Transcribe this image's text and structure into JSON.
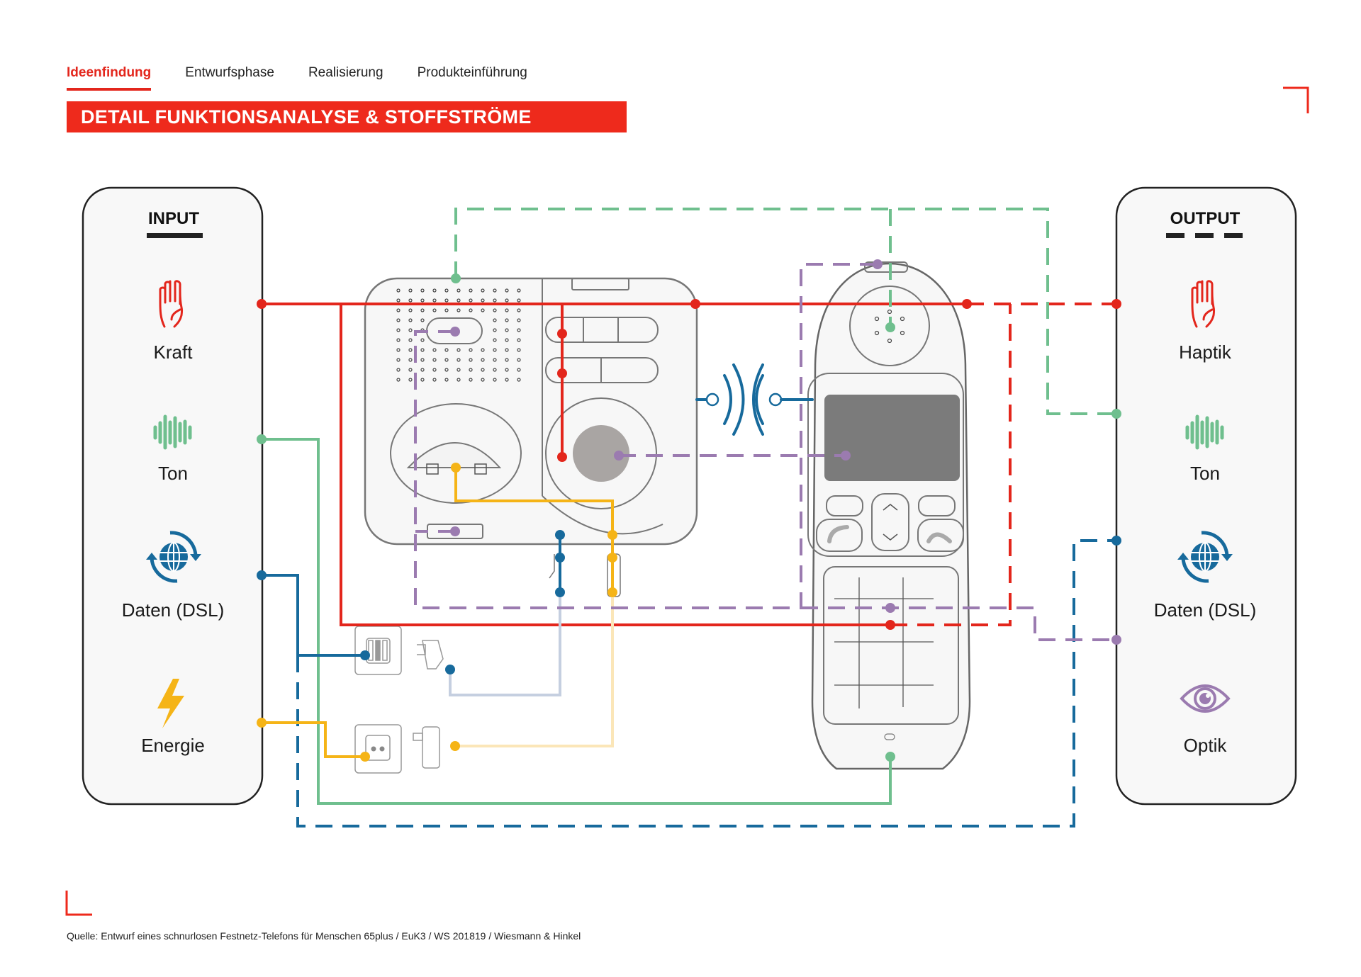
{
  "nav": {
    "tabs": [
      {
        "label": "Ideenfindung",
        "active": true
      },
      {
        "label": "Entwurfsphase",
        "active": false
      },
      {
        "label": "Realisierung",
        "active": false
      },
      {
        "label": "Produkteinführung",
        "active": false
      }
    ]
  },
  "title": "DETAIL FUNKTIONSANALYSE & STOFFSTRÖME",
  "input_panel": {
    "heading": "INPUT",
    "items": [
      {
        "label": "Kraft",
        "icon": "hand-icon",
        "color": "#e3261c"
      },
      {
        "label": "Ton",
        "icon": "sound-wave-icon",
        "color": "#6fbf8e"
      },
      {
        "label": "Daten (DSL)",
        "icon": "globe-sync-icon",
        "color": "#176a9c"
      },
      {
        "label": "Energie",
        "icon": "lightning-icon",
        "color": "#f5b417"
      }
    ]
  },
  "output_panel": {
    "heading": "OUTPUT",
    "items": [
      {
        "label": "Haptik",
        "icon": "hand-icon",
        "color": "#e3261c"
      },
      {
        "label": "Ton",
        "icon": "sound-wave-icon",
        "color": "#6fbf8e"
      },
      {
        "label": "Daten (DSL)",
        "icon": "globe-sync-icon",
        "color": "#176a9c"
      },
      {
        "label": "Optik",
        "icon": "eye-icon",
        "color": "#9b7bb0"
      }
    ]
  },
  "legend_line_styles": {
    "input": "solid",
    "output": "dashed"
  },
  "colors": {
    "accent": "#ee2a1c",
    "kraft": "#e3261c",
    "ton": "#6fbf8e",
    "daten": "#176a9c",
    "energie": "#f5b417",
    "optik": "#9b7bb0",
    "display": "#7b7b7b",
    "speaker_button": "#a9a5a3"
  },
  "footer": {
    "source": "Quelle: Entwurf eines schnurlosen Festnetz-Telefons für Menschen 65plus / EuK3 / WS 201819 / Wiesmann & Hinkel"
  }
}
